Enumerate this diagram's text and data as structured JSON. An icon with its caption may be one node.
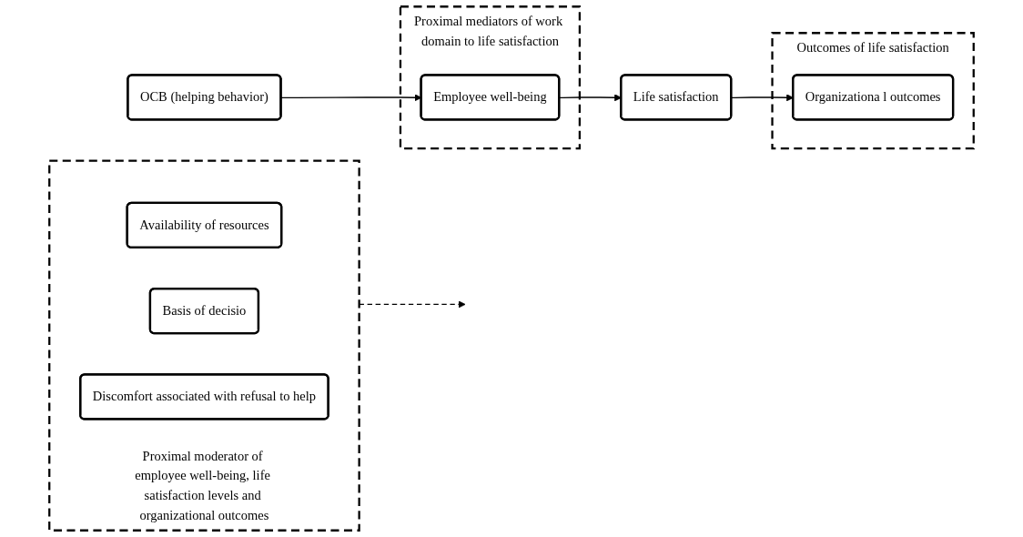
{
  "diagram": {
    "nodes": [
      {
        "text": [
          "OCB (helping behavior)"
        ]
      },
      {
        "text": [
          "Proximal mediators of work domain to life satisfaction"
        ]
      },
      {
        "text": [
          "Employee well-being"
        ],
        "in": 1
      },
      {
        "text": [
          "Life satisfaction"
        ]
      },
      {
        "text": [
          "Outcomes of life satisfaction"
        ]
      },
      {
        "text": [
          "Organizationa l outcomes"
        ],
        "in": 4
      },
      {
        "text": [
          "Proximal moderator of employee well-being, life satisfaction levels and organizational outcomes"
        ]
      },
      {
        "text": [
          "Availability of resources"
        ],
        "in": 6
      },
      {
        "text": [
          "Basis of decisio"
        ],
        "in": 6
      },
      {
        "text": [
          "Discomfort associated with refusal to help"
        ],
        "in": 6
      }
    ],
    "edges": [
      {
        "from": 0,
        "to": 2,
        "arrow": "to"
      },
      {
        "from": 2,
        "to": 3,
        "arrow": "to"
      },
      {
        "from": 3,
        "to": 5,
        "arrow": "to"
      },
      {
        "from": 6,
        "to": null,
        "arrow": "to",
        "style": "dashed"
      }
    ]
  }
}
